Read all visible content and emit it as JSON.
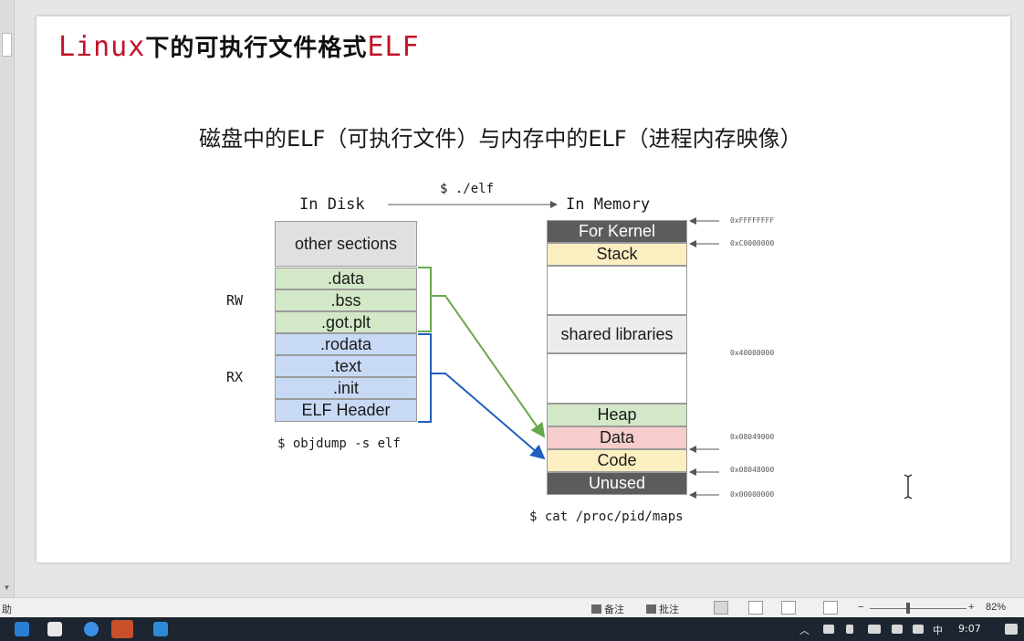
{
  "slide": {
    "title_red_1": "Linux",
    "title_black": "下的可执行文件格式",
    "title_red_2": "ELF",
    "subtitle": "磁盘中的ELF（可执行文件）与内存中的ELF（进程内存映像）"
  },
  "diagram": {
    "in_disk": "In Disk",
    "in_memory": "In Memory",
    "run_command": "$ ./elf",
    "objdump_command": "$ objdump -s elf",
    "maps_command": "$ cat /proc/pid/maps",
    "rw_label": "RW",
    "rx_label": "RX",
    "disk_sections": [
      {
        "label": "other sections"
      },
      {
        "label": ".data"
      },
      {
        "label": ".bss"
      },
      {
        "label": ".got.plt"
      },
      {
        "label": ".rodata"
      },
      {
        "label": ".text"
      },
      {
        "label": ".init"
      },
      {
        "label": "ELF Header"
      }
    ],
    "memory_sections": [
      {
        "label": "For Kernel"
      },
      {
        "label": "Stack"
      },
      {
        "label": "shared libraries"
      },
      {
        "label": "Heap"
      },
      {
        "label": "Data"
      },
      {
        "label": "Code"
      },
      {
        "label": "Unused"
      }
    ],
    "addresses": [
      "0xFFFFFFFF",
      "0xC0000000",
      "0x40000000",
      "0x08049000",
      "0x08048000",
      "0x00000000"
    ],
    "colors": {
      "rw_line": "#6aa84f",
      "rx_line": "#1f5fbf"
    }
  },
  "statusbar": {
    "left_text": "助",
    "notes": "备注",
    "comments": "批注",
    "zoom": "82%",
    "zoom_minus": "−",
    "zoom_plus": "+"
  },
  "taskbar": {
    "ime": "中",
    "time": "9:07"
  }
}
